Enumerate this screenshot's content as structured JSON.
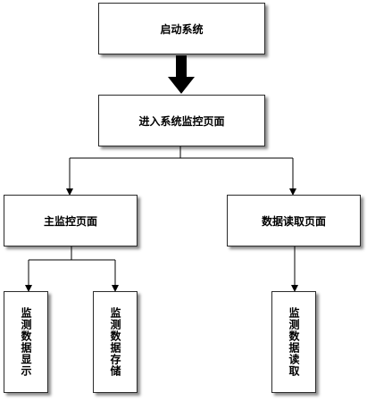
{
  "diagram": {
    "nodes": {
      "start": "启动系统",
      "monitor_page": "进入系统监控页面",
      "main_page": "主监控页面",
      "read_page": "数据读取页面",
      "display": "监测数据显示",
      "storage": "监测数据存储",
      "read": "监测数据读取"
    },
    "edges": [
      {
        "from": "start",
        "to": "monitor_page",
        "style": "thick-arrow"
      },
      {
        "from": "monitor_page",
        "to": "main_page",
        "style": "arrow"
      },
      {
        "from": "monitor_page",
        "to": "read_page",
        "style": "arrow"
      },
      {
        "from": "main_page",
        "to": "display",
        "style": "arrow"
      },
      {
        "from": "main_page",
        "to": "storage",
        "style": "arrow"
      },
      {
        "from": "read_page",
        "to": "read",
        "style": "arrow"
      }
    ],
    "colors": {
      "line": "#000000",
      "border": "#2b2b2b",
      "fill": "#ffffff"
    }
  }
}
